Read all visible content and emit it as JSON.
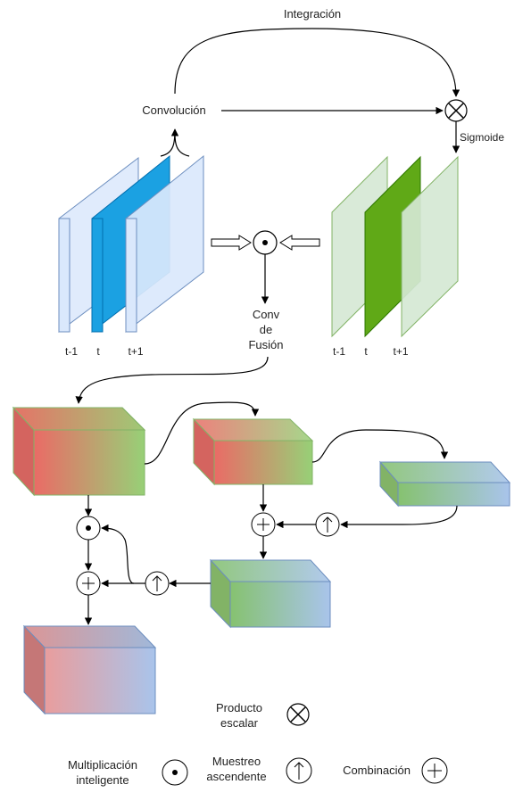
{
  "labels": {
    "integration": "Integración",
    "convolution": "Convolución",
    "sigmoid": "Sigmoide",
    "conv_fusion_1": "Conv",
    "conv_fusion_2": "de",
    "conv_fusion_3": "Fusión",
    "left_t_minus": "t-1",
    "left_t": "t",
    "left_t_plus": "t+1",
    "right_t_minus": "t-1",
    "right_t": "t",
    "right_t_plus": "t+1"
  },
  "legend": {
    "scalar_product_1": "Producto",
    "scalar_product_2": "escalar",
    "smart_mult_1": "Multiplicación",
    "smart_mult_2": "inteligente",
    "upsample_1": "Muestreo",
    "upsample_2": "ascendente",
    "combination": "Combinación"
  },
  "colors": {
    "light_blue_fill": "#dae8fc",
    "light_blue_stroke": "#6c8ebf",
    "blue_fill": "#1ba1e2",
    "light_green_fill": "#d5e8d4",
    "light_green_stroke": "#82b366",
    "green_fill": "#60a917",
    "red_block": "#ea6b66",
    "green_block": "#97d077",
    "blue_block": "#a9c4eb",
    "pink_block": "#f19c99"
  }
}
